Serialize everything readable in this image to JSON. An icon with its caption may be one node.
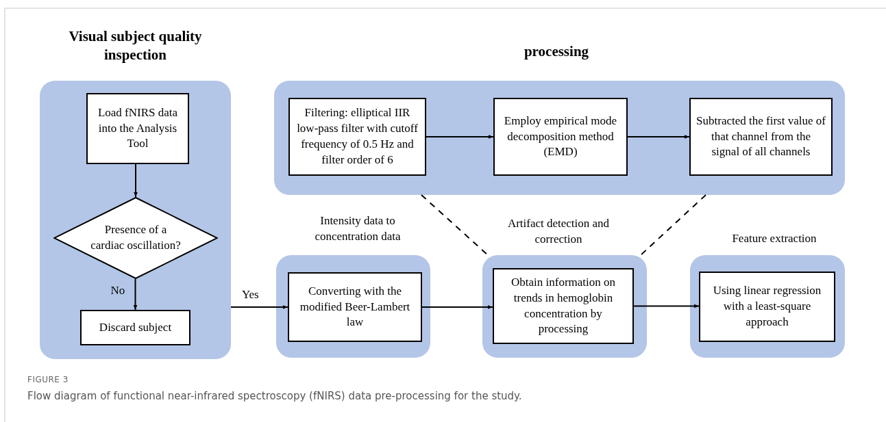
{
  "diagram": {
    "caption": "Flow diagram of functional near-infrared spectroscopy (fNIRS) data pre-processing for the study.",
    "nodes": [
      {
        "text": [
          "Visual subject quality inspection"
        ]
      },
      {
        "text": [
          "Load fNIRS data into the Analysis Tool"
        ],
        "in": 0
      },
      {
        "text": [
          "Presence of a cardiac oscillation?"
        ],
        "in": 0
      },
      {
        "text": [
          "Discard subject"
        ],
        "in": 0
      },
      {
        "text": [
          "processing"
        ]
      },
      {
        "text": [
          "Filtering: elliptical IIR low-pass filter with cutoff frequency of 0.5 Hz and filter order of 6"
        ],
        "in": 4
      },
      {
        "text": [
          "Employ empirical mode decomposition method (EMD)"
        ],
        "in": 4
      },
      {
        "text": [
          "Subtracted the first value of that channel from the signal of all channels"
        ],
        "in": 4
      },
      {
        "text": [
          "Intensity data to concentration data"
        ]
      },
      {
        "text": [
          "Converting with the modified Beer-Lambert law"
        ],
        "in": 8
      },
      {
        "text": [
          "Artifact detection and correction"
        ]
      },
      {
        "text": [
          "Obtain information on trends in hemoglobin concentration by processing"
        ],
        "in": 10
      },
      {
        "text": [
          "Feature extraction"
        ]
      },
      {
        "text": [
          "Using linear regression with a least-square approach"
        ],
        "in": 12
      }
    ],
    "edges": [
      {
        "from": 1,
        "to": 2,
        "arrow": "to"
      },
      {
        "from": 2,
        "to": 3,
        "arrow": "to",
        "label": "No"
      },
      {
        "from": 0,
        "to": 9,
        "arrow": "to",
        "label": "Yes"
      },
      {
        "from": 5,
        "to": 6,
        "arrow": "to"
      },
      {
        "from": 6,
        "to": 7,
        "arrow": "to"
      },
      {
        "from": 9,
        "to": 11,
        "arrow": "to"
      },
      {
        "from": 11,
        "to": 13,
        "arrow": "to"
      },
      {
        "from": 4,
        "to": 10,
        "arrow": "none",
        "style": "dashed"
      },
      {
        "from": 4,
        "to": 10,
        "arrow": "none",
        "style": "dashed"
      }
    ],
    "labels": [
      "FIGURE 3"
    ]
  }
}
